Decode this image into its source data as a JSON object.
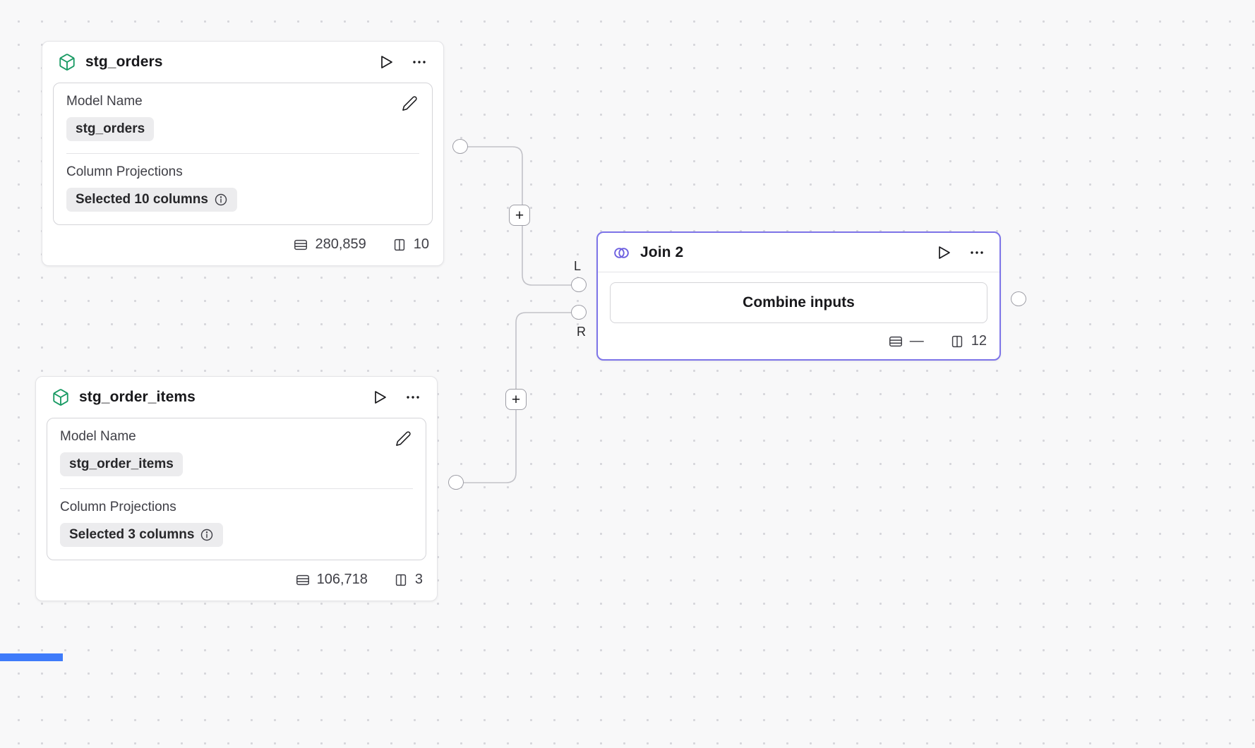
{
  "canvas": {
    "plus_label": "+"
  },
  "nodes": {
    "stg_orders": {
      "title": "stg_orders",
      "fields": {
        "model_name_label": "Model Name",
        "model_name_value": "stg_orders",
        "projections_label": "Column Projections",
        "projections_value": "Selected 10 columns"
      },
      "stats": {
        "rows": "280,859",
        "columns": "10"
      }
    },
    "stg_order_items": {
      "title": "stg_order_items",
      "fields": {
        "model_name_label": "Model Name",
        "model_name_value": "stg_order_items",
        "projections_label": "Column Projections",
        "projections_value": "Selected 3 columns"
      },
      "stats": {
        "rows": "106,718",
        "columns": "3"
      }
    },
    "join2": {
      "title": "Join 2",
      "action_label": "Combine inputs",
      "stats": {
        "rows": "—",
        "columns": "12"
      },
      "ports": {
        "left": "L",
        "right": "R"
      }
    }
  }
}
